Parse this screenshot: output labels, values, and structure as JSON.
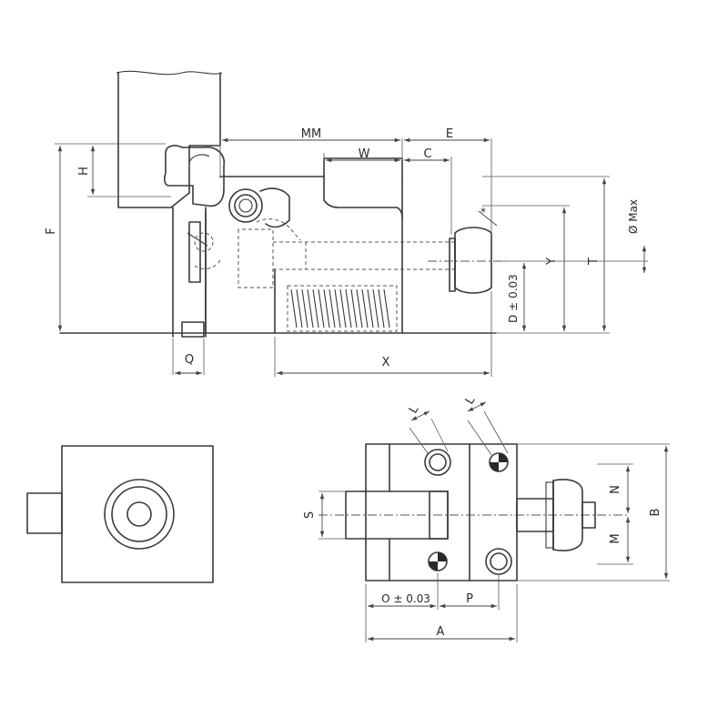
{
  "labels": {
    "MM": "MM",
    "E": "E",
    "W": "W",
    "C": "C",
    "H": "H",
    "F": "F",
    "Q": "Q",
    "X": "X",
    "Y": "Y",
    "T": "T",
    "D": "D ± 0.03",
    "OMax": "Ø Max",
    "S": "S",
    "N": "N",
    "M": "M",
    "B": "B",
    "O": "O ± 0.03",
    "P": "P",
    "A": "A",
    "L1": "L",
    "L2": "L",
    "star": "*"
  }
}
